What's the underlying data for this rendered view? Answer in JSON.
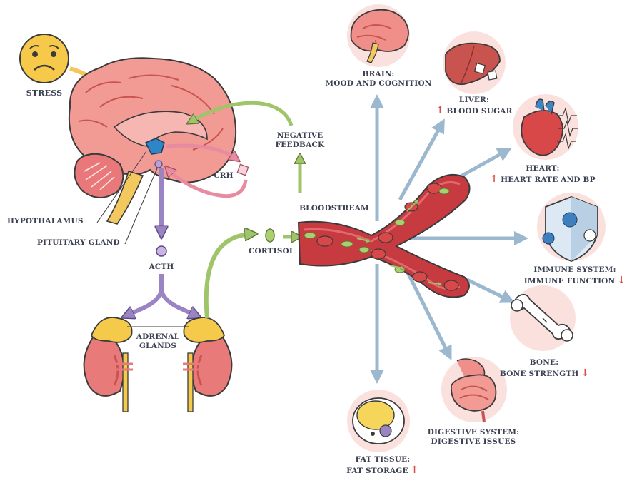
{
  "labels": {
    "stress": "STRESS",
    "hypothalamus": "HYPOTHALAMUS",
    "pituitary": "PITUITARY GLAND",
    "crh": "CRH",
    "acth": "ACTH",
    "adrenal_1": "ADRENAL",
    "adrenal_2": "GLANDS",
    "cortisol": "CORTISOL",
    "feedback_1": "NEGATIVE",
    "feedback_2": "FEEDBACK",
    "bloodstream": "BLOODSTREAM"
  },
  "effects": {
    "brain": {
      "title": "BRAIN:",
      "text": "MOOD AND COGNITION",
      "trend": "none"
    },
    "liver": {
      "title": "LIVER:",
      "text": "BLOOD SUGAR",
      "trend": "up"
    },
    "heart": {
      "title": "HEART:",
      "text": "HEART RATE AND BP",
      "trend": "up"
    },
    "immune": {
      "title": "IMMUNE SYSTEM:",
      "text": "IMMUNE FUNCTION",
      "trend": "down"
    },
    "bone": {
      "title": "BONE:",
      "text": "BONE STRENGTH",
      "trend": "down"
    },
    "digestive": {
      "title": "DIGESTIVE SYSTEM:",
      "text": "DIGESTIVE ISSUES",
      "trend": "none"
    },
    "fat": {
      "title": "FAT TISSUE:",
      "text": "FAT STORAGE",
      "trend": "up"
    }
  },
  "colors": {
    "brain": "#f08f8a",
    "brain_dark": "#c9534f",
    "acth_arrow": "#9b84c4",
    "cortisol_arrow": "#9fc46a",
    "stress_arrow": "#f3c55b",
    "blood_arrow": "#9bb8cf",
    "vessel": "#c73a3f",
    "adrenal": "#f5c94a"
  }
}
